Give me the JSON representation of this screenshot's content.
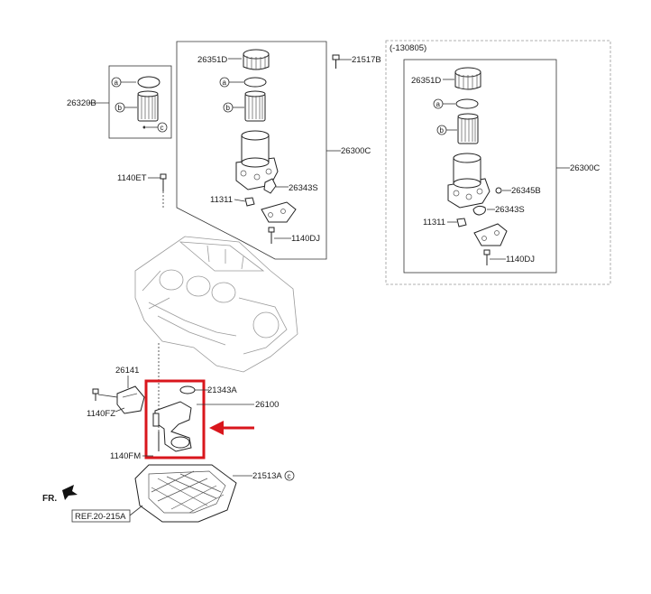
{
  "colors": {
    "highlight": "#d9161c",
    "ink": "#222222",
    "ghost": "#9a9a9a"
  },
  "labels": {
    "p26351D_main": "26351D",
    "p21517B": "21517B",
    "p26320B": "26320B",
    "p26300C_main": "26300C",
    "p1140ET": "1140ET",
    "p26343S_main": "26343S",
    "p11311_main": "11311",
    "p1140DJ_main": "1140DJ",
    "inset_header": "(-130805)",
    "p26351D_inset": "26351D",
    "p26300C_inset": "26300C",
    "p26345B": "26345B",
    "p26343S_inset": "26343S",
    "p11311_inset": "11311",
    "p1140DJ_inset": "1140DJ",
    "p26141": "26141",
    "p1140FZ": "1140FZ",
    "p21343A": "21343A",
    "p26100": "26100",
    "p1140FM": "1140FM",
    "p21513A": "21513A",
    "ref": "REF.20-215A",
    "fr": "FR."
  },
  "circles": {
    "a": "a",
    "b": "b",
    "c": "c"
  }
}
